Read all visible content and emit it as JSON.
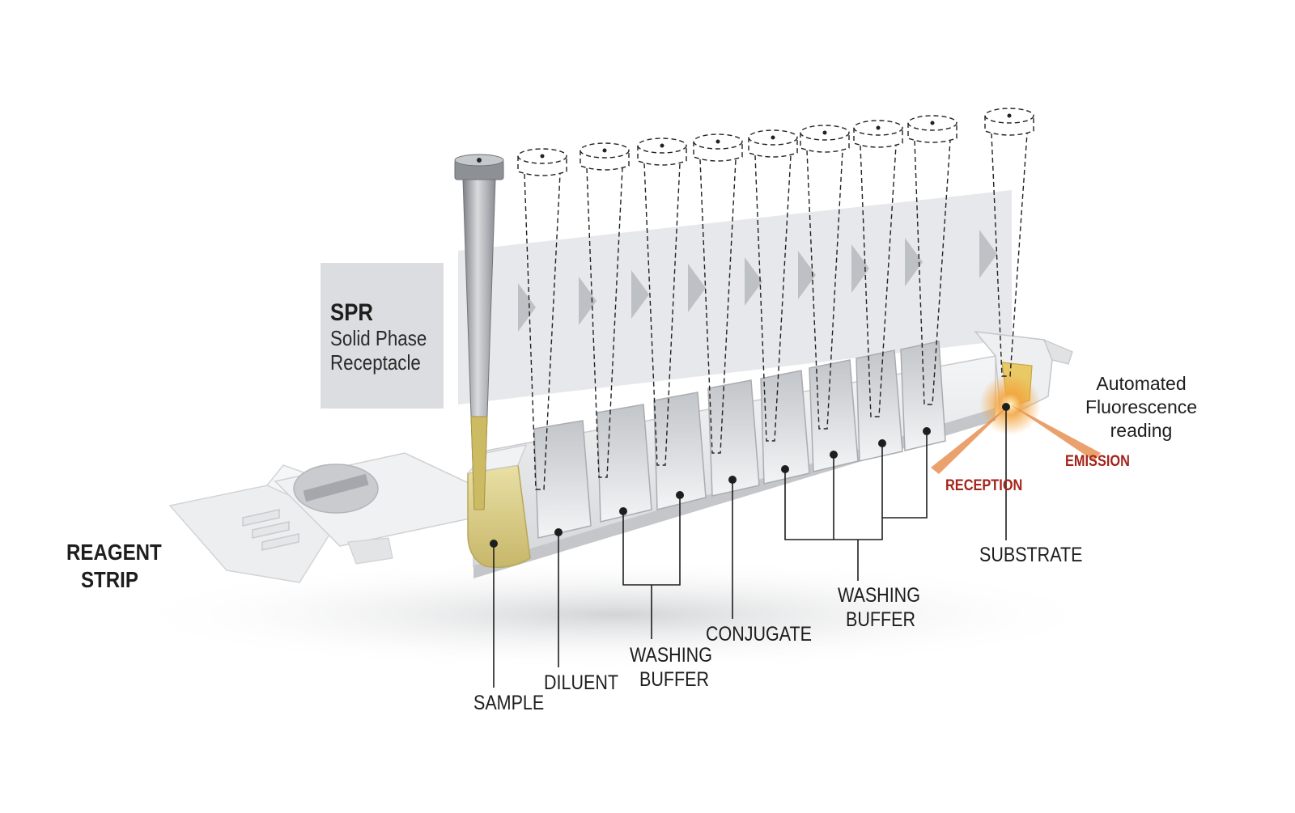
{
  "spr": {
    "title": "SPR",
    "line1": "Solid Phase",
    "line2": "Receptacle"
  },
  "reagent_strip": {
    "line1": "REAGENT",
    "line2": "STRIP"
  },
  "wells": {
    "sample": "SAMPLE",
    "diluent": "DILUENT",
    "washing_buffer_1": {
      "line1": "WASHING",
      "line2": "BUFFER"
    },
    "conjugate": "CONJUGATE",
    "washing_buffer_2": {
      "line1": "WASHING",
      "line2": "BUFFER"
    },
    "substrate": "SUBSTRATE"
  },
  "optics": {
    "reception": "RECEPTION",
    "emission": "EMISSION",
    "reading": {
      "line1": "Automated",
      "line2": "Fluorescence",
      "line3": "reading"
    }
  },
  "colors": {
    "label_text": "#1e1e1e",
    "optics_red": "#a3251b",
    "sample_liquid": "#d8cc8a",
    "substrate_glow": "#f0a030",
    "strip_plastic": "#e9eaec",
    "panel_grey": "#dcdde0",
    "tip_metal": "#9ea2a7"
  }
}
